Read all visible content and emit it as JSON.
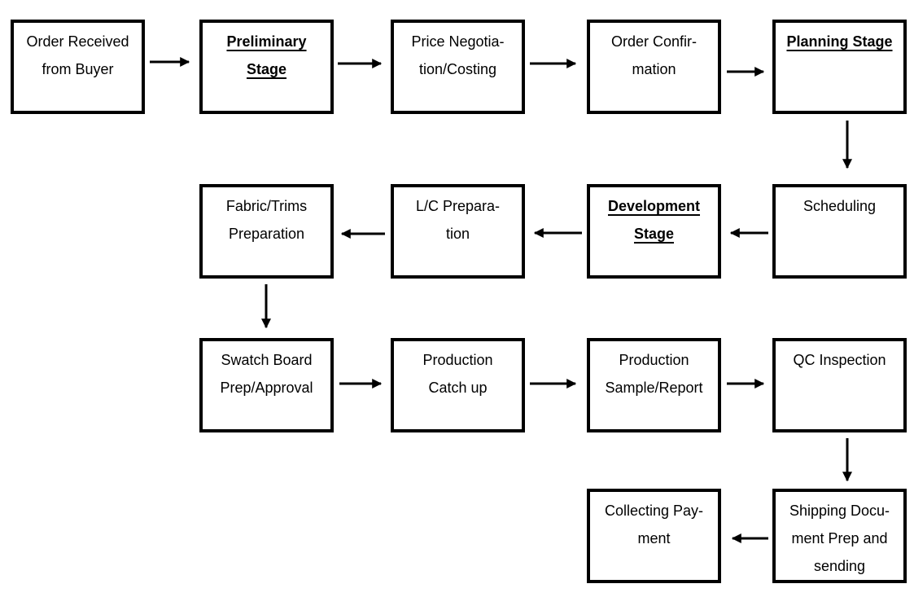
{
  "diagram": {
    "type": "flowchart",
    "colors": {
      "background": "#ffffff",
      "box_border": "#000000",
      "text": "#000000",
      "arrow": "#000000"
    }
  },
  "nodes": [
    {
      "id": "order-received",
      "label": "Order Received\nfrom Buyer",
      "emphasis": false
    },
    {
      "id": "preliminary-stage",
      "label": "Preliminary\nStage",
      "emphasis": true
    },
    {
      "id": "price-negotiation-costing",
      "label": "Price Negotia-\ntion/Costing",
      "emphasis": false
    },
    {
      "id": "order-confirmation",
      "label": "Order Confir-\nmation",
      "emphasis": false
    },
    {
      "id": "planning-stage",
      "label": "Planning Stage",
      "emphasis": true
    },
    {
      "id": "scheduling",
      "label": "Scheduling",
      "emphasis": false
    },
    {
      "id": "development-stage",
      "label": "Development\nStage",
      "emphasis": true
    },
    {
      "id": "lc-preparation",
      "label": "L/C Prepara-\ntion",
      "emphasis": false
    },
    {
      "id": "fabric-trims-preparation",
      "label": "Fabric/Trims\nPreparation",
      "emphasis": false
    },
    {
      "id": "swatch-board-prep-approval",
      "label": "Swatch Board\nPrep/Approval",
      "emphasis": false
    },
    {
      "id": "production-catch-up",
      "label": "Production\nCatch up",
      "emphasis": false
    },
    {
      "id": "production-sample-report",
      "label": "Production\nSample/Report",
      "emphasis": false
    },
    {
      "id": "qc-inspection",
      "label": "QC Inspection",
      "emphasis": false
    },
    {
      "id": "shipping-document-prep",
      "label": "Shipping Docu-\nment Prep and\nsending",
      "emphasis": false
    },
    {
      "id": "collecting-payment",
      "label": "Collecting Pay-\nment",
      "emphasis": false
    }
  ],
  "connections": [
    {
      "from": "order-received",
      "to": "preliminary-stage",
      "direction": "right"
    },
    {
      "from": "preliminary-stage",
      "to": "price-negotiation-costing",
      "direction": "right"
    },
    {
      "from": "price-negotiation-costing",
      "to": "order-confirmation",
      "direction": "right"
    },
    {
      "from": "order-confirmation",
      "to": "planning-stage",
      "direction": "right"
    },
    {
      "from": "planning-stage",
      "to": "scheduling",
      "direction": "down"
    },
    {
      "from": "scheduling",
      "to": "development-stage",
      "direction": "left"
    },
    {
      "from": "development-stage",
      "to": "lc-preparation",
      "direction": "left"
    },
    {
      "from": "lc-preparation",
      "to": "fabric-trims-preparation",
      "direction": "left"
    },
    {
      "from": "fabric-trims-preparation",
      "to": "swatch-board-prep-approval",
      "direction": "down"
    },
    {
      "from": "swatch-board-prep-approval",
      "to": "production-catch-up",
      "direction": "right"
    },
    {
      "from": "production-catch-up",
      "to": "production-sample-report",
      "direction": "right"
    },
    {
      "from": "production-sample-report",
      "to": "qc-inspection",
      "direction": "right"
    },
    {
      "from": "qc-inspection",
      "to": "shipping-document-prep",
      "direction": "down"
    },
    {
      "from": "shipping-document-prep",
      "to": "collecting-payment",
      "direction": "left"
    }
  ]
}
